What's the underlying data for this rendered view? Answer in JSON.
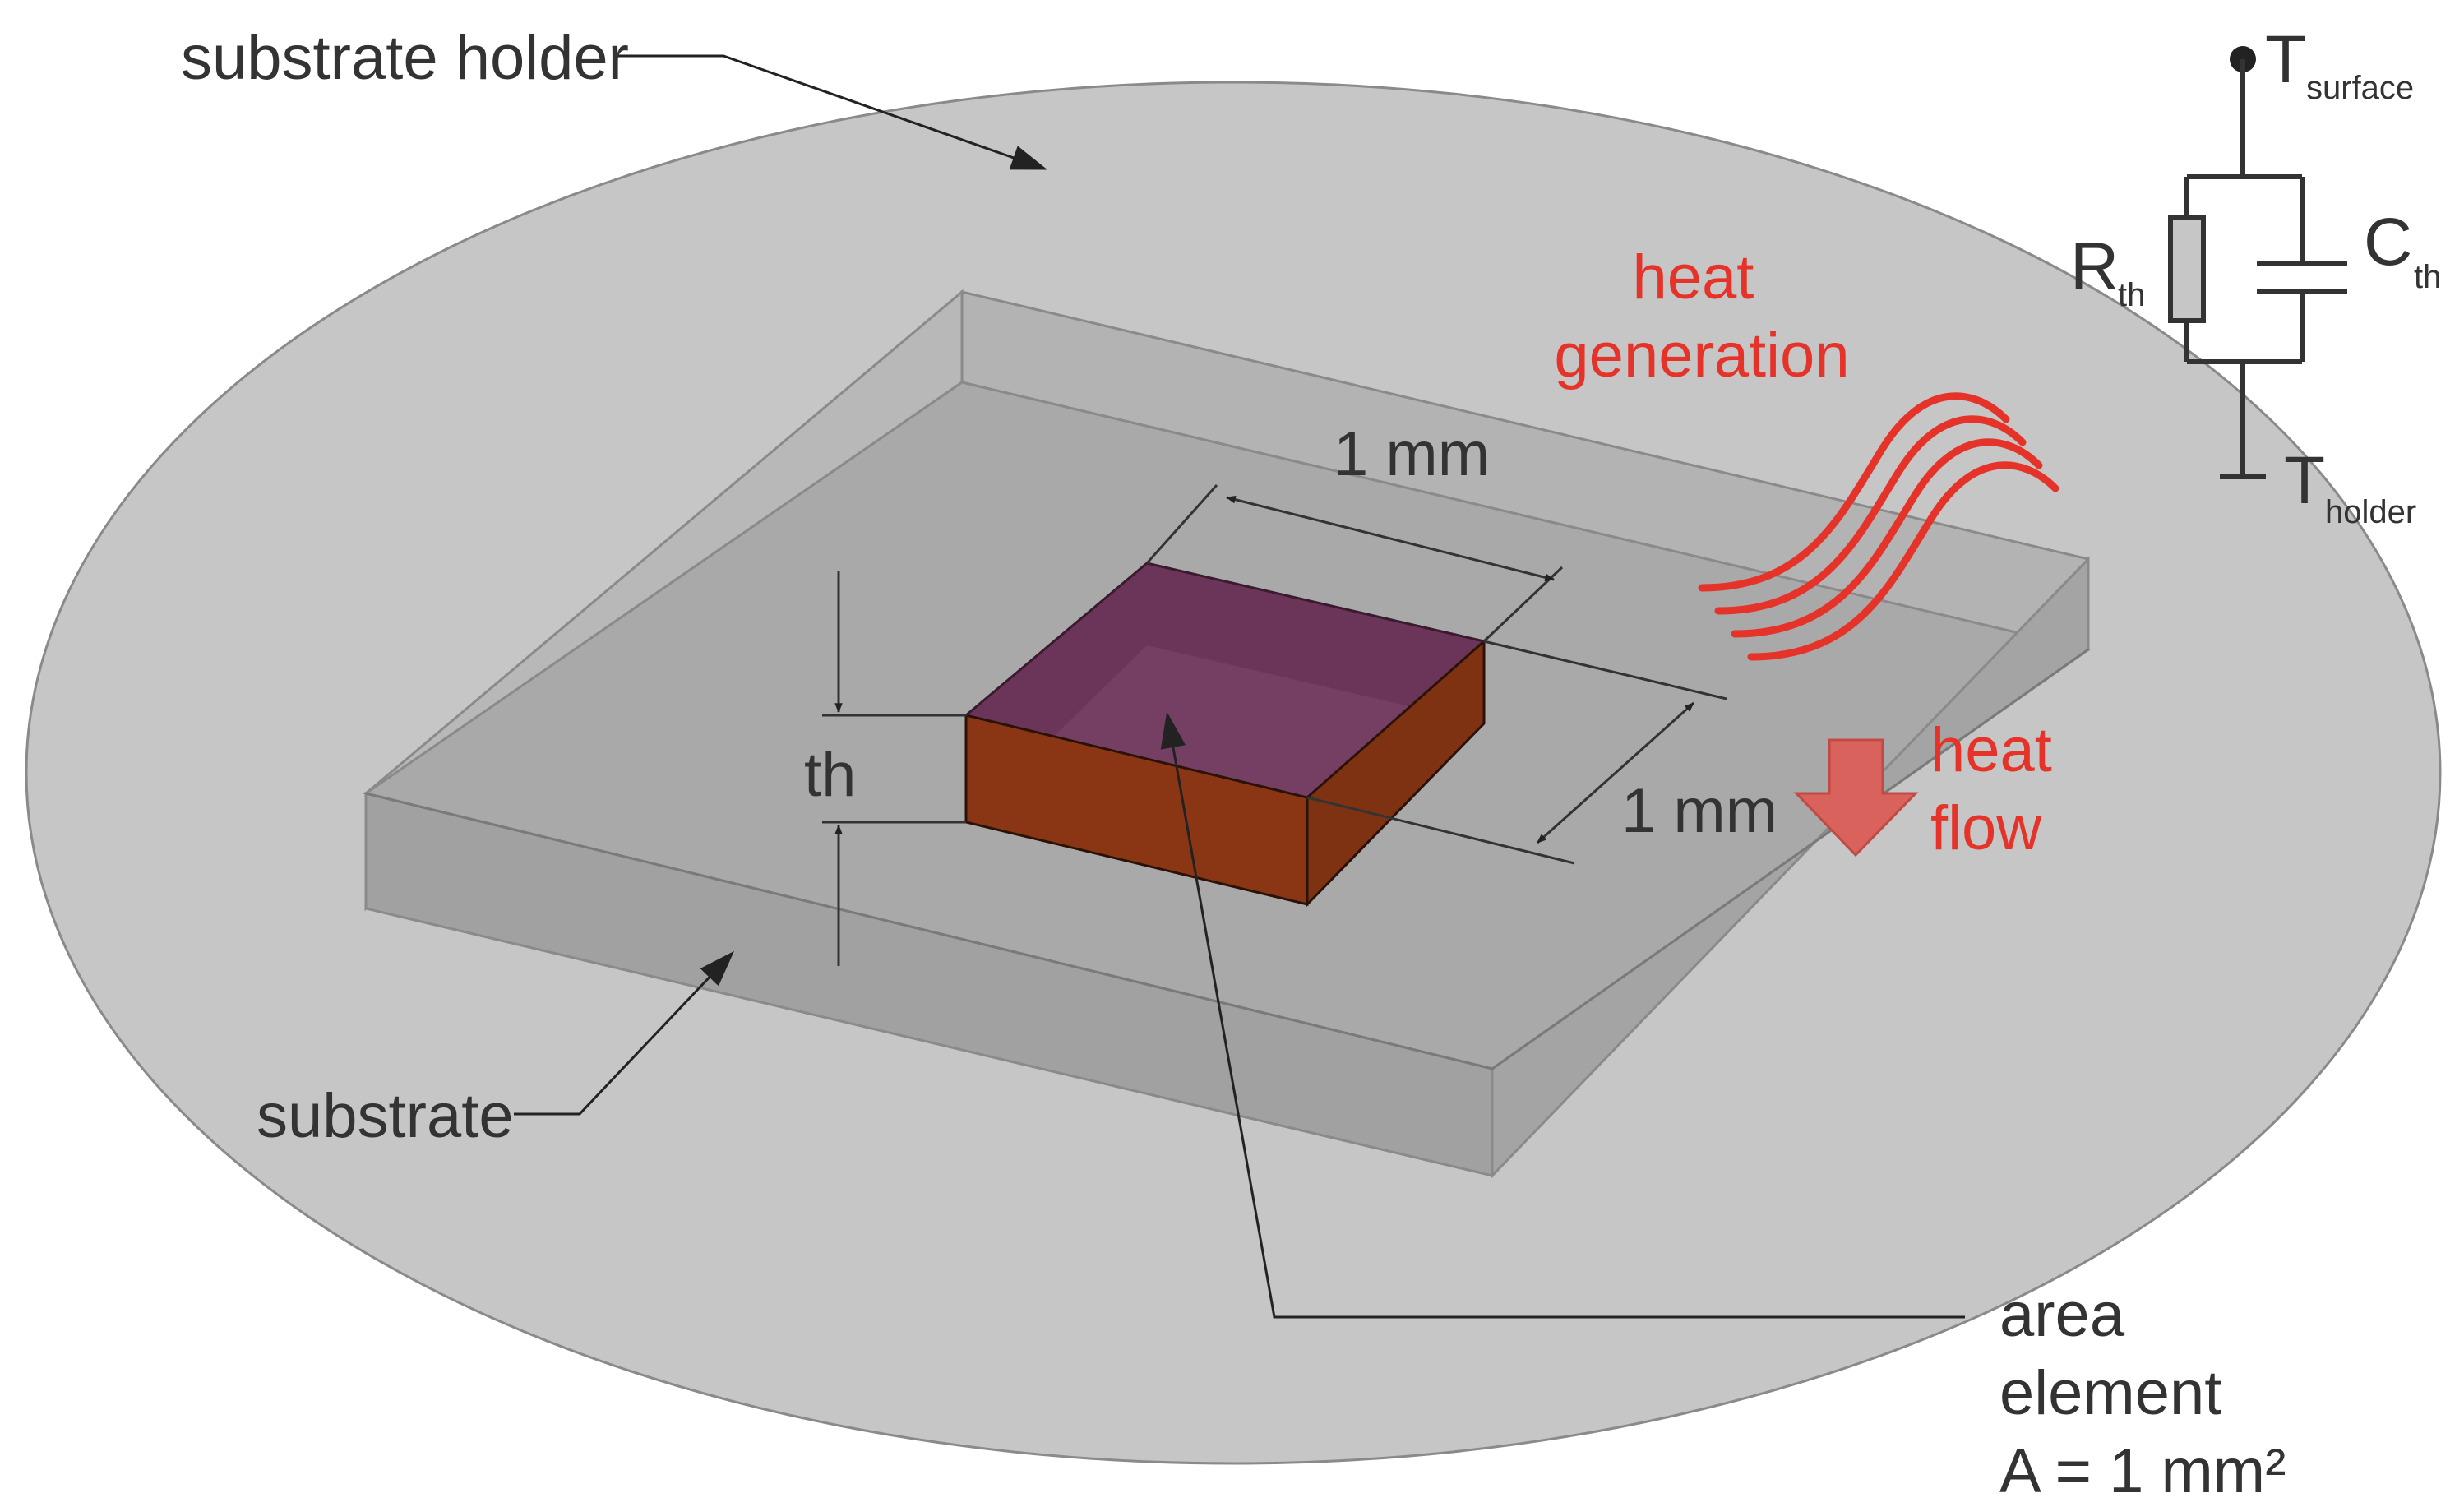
{
  "labels": {
    "substrate_holder": "substrate holder",
    "substrate": "substrate",
    "dim_top": "1 mm",
    "dim_side": "1 mm",
    "thickness": "th",
    "heat_generation_line1": "heat",
    "heat_generation_line2": "generation",
    "heat_flow_line1": "heat",
    "heat_flow_line2": "flow",
    "area_element_line1": "area",
    "area_element_line2": "element",
    "area_element_line3": "A = 1 mm²"
  },
  "circuit": {
    "t_surface_main": "T",
    "t_surface_sub": "surface",
    "r_th_main": "R",
    "r_th_sub": "th",
    "c_th_main": "C",
    "c_th_sub": "th",
    "t_holder_main": "T",
    "t_holder_sub": "holder"
  },
  "colors": {
    "holder_fill": "#c6c6c6",
    "substrate_fill": "#adadad",
    "element_top": "#6b3558",
    "element_front": "#8a3614",
    "heat_red": "#e5332a",
    "arrow_fill": "#d9625d",
    "stroke_dark": "#333333"
  }
}
